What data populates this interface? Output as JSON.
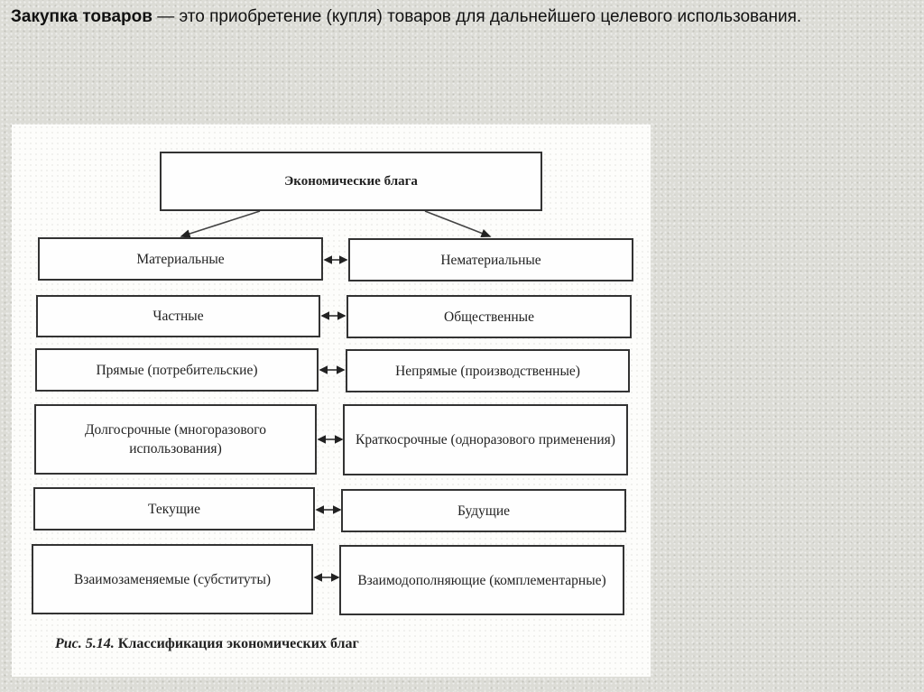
{
  "intro": {
    "term": "Закупка товаров",
    "definition": " — это приобретение (купля) товаров для дальнейшего целевого использования."
  },
  "figure": {
    "root": "Экономические блага",
    "pairs": [
      {
        "left": "Материальные",
        "right": "Нематериальные"
      },
      {
        "left": "Частные",
        "right": "Общественные"
      },
      {
        "left": "Прямые (потребительские)",
        "right": "Непрямые (производственные)"
      },
      {
        "left": "Долгосрочные (многоразового использования)",
        "right": "Краткосрочные (одноразового применения)"
      },
      {
        "left": "Текущие",
        "right": "Будущие"
      },
      {
        "left": "Взаимозаменяемые (субституты)",
        "right": "Взаимодополняющие (комплементарные)"
      }
    ],
    "caption_prefix": "Рис. 5.14.",
    "caption_text": " Классификация экономических благ"
  }
}
